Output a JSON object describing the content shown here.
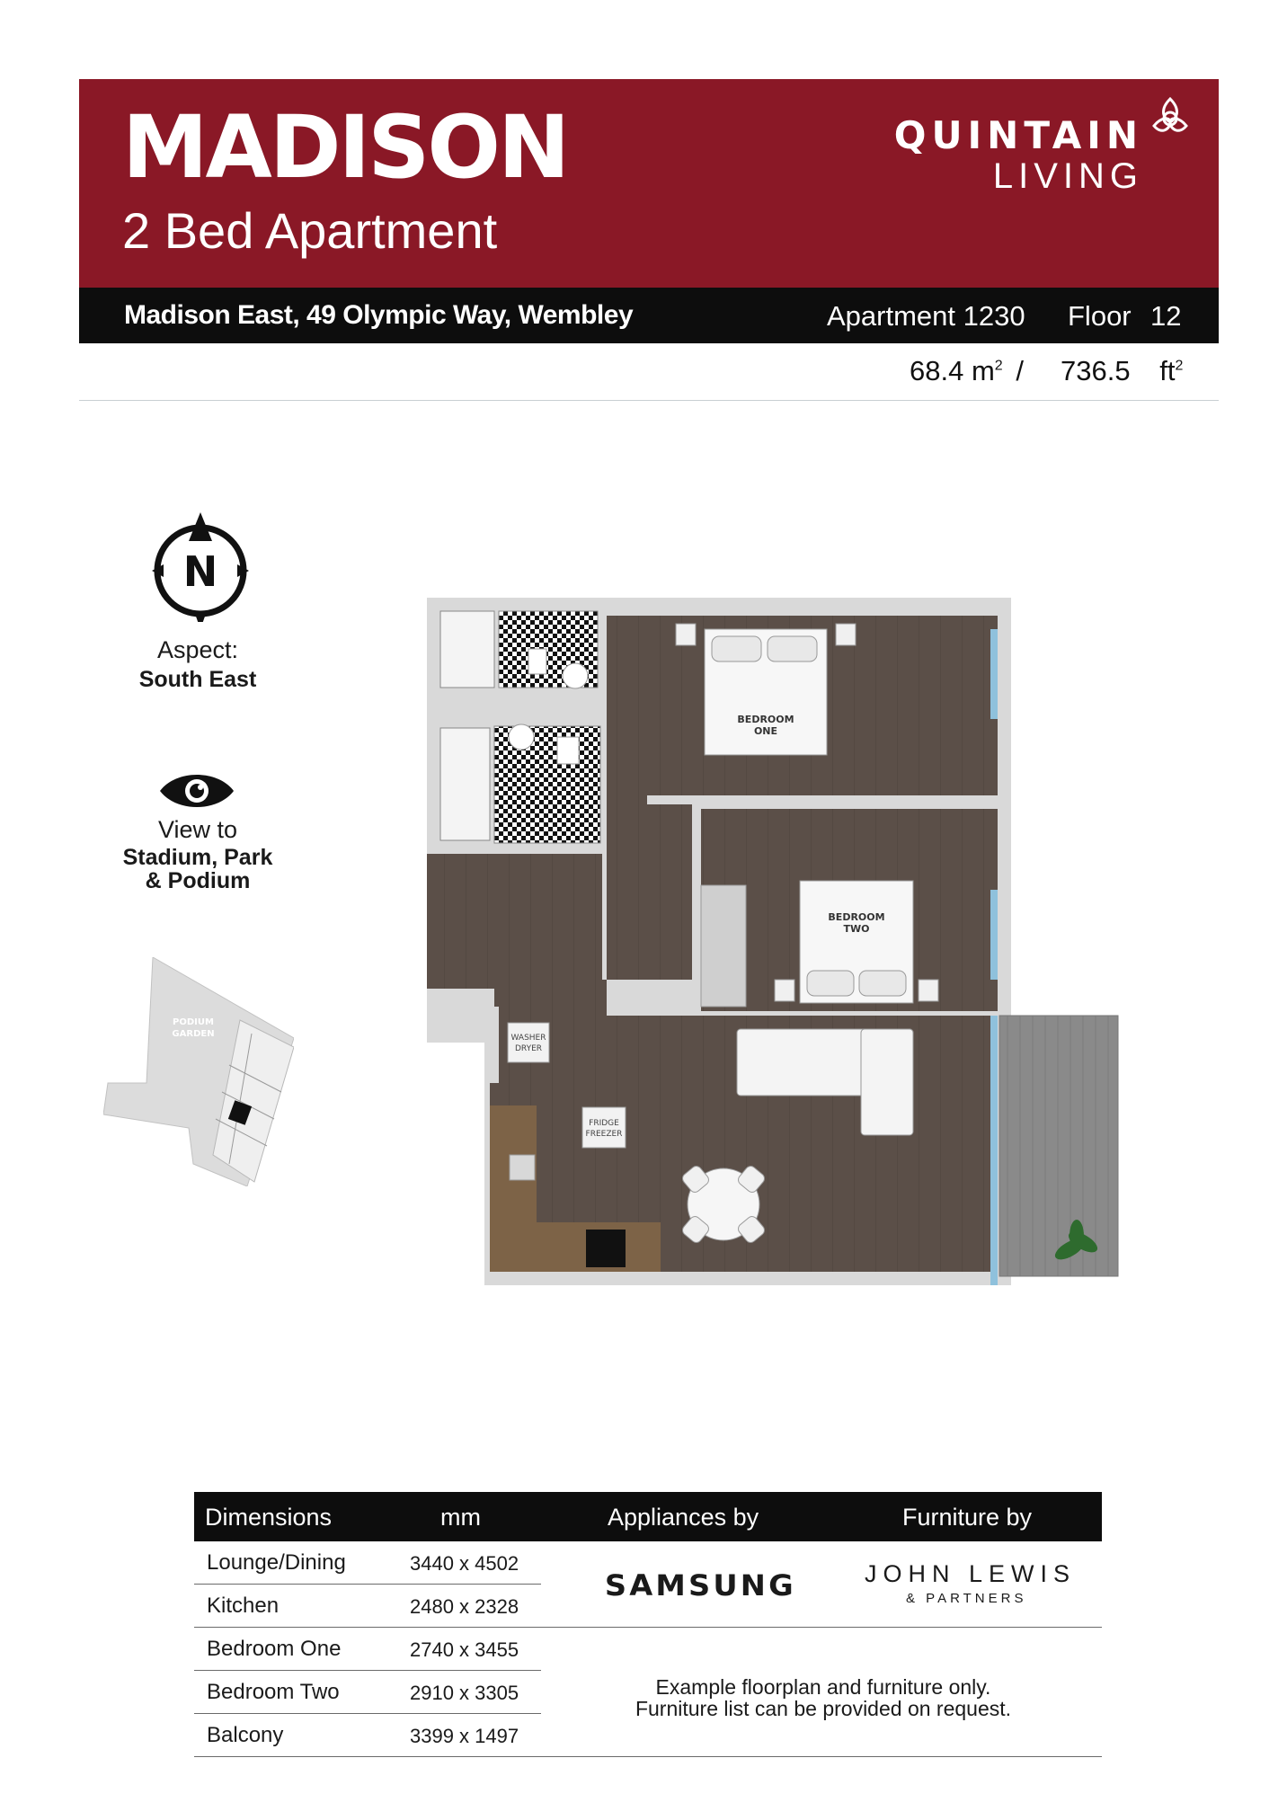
{
  "header": {
    "title": "MADISON",
    "subtitle": "2 Bed Apartment",
    "brand_line1": "QUINTAIN",
    "brand_line2": "LIVING",
    "band_color": "#8a1826"
  },
  "address_bar": {
    "address": "Madison East, 49 Olympic Way, Wembley",
    "apartment": "Apartment 1230",
    "floor_label": "Floor",
    "floor_value": "12"
  },
  "size": {
    "sqm_value": "68.4",
    "sqm_unit": "m",
    "sqm_sup": "2",
    "separator": "/",
    "sqft_value": "736.5",
    "sqft_unit": "ft",
    "sqft_sup": "2"
  },
  "orientation": {
    "compass_letter": "N",
    "aspect_label": "Aspect:",
    "aspect_value": "South East",
    "view_label": "View to",
    "view_value_line1": "Stadium, Park",
    "view_value_line2": "& Podium",
    "site_label_line1": "PODIUM",
    "site_label_line2": "GARDEN"
  },
  "floorplan": {
    "rooms": [
      {
        "label_line1": "BEDROOM",
        "label_line2": "ONE"
      },
      {
        "label_line1": "BEDROOM",
        "label_line2": "TWO"
      }
    ],
    "fixtures": [
      {
        "label_line1": "WASHER",
        "label_line2": "DRYER"
      },
      {
        "label_line1": "FRIDGE",
        "label_line2": "FREEZER"
      }
    ],
    "floor_color": "#5b4f48",
    "wall_color": "#d9d9d9",
    "kitchen_color": "#7d6347",
    "glass_color": "#8fc1dc"
  },
  "dimensions_table": {
    "headers": {
      "dimensions": "Dimensions",
      "unit": "mm",
      "appliances": "Appliances by",
      "furniture": "Furniture by"
    },
    "rows": [
      {
        "room": "Lounge/Dining",
        "size": "3440 x 4502"
      },
      {
        "room": "Kitchen",
        "size": "2480 x 2328"
      },
      {
        "room": "Bedroom One",
        "size": "2740 x 3455"
      },
      {
        "room": "Bedroom Two",
        "size": "2910 x 3305"
      },
      {
        "room": "Balcony",
        "size": "3399 x 1497"
      }
    ],
    "appliances_brand": "SAMSUNG",
    "furniture_brand_line1": "JOHN LEWIS",
    "furniture_brand_line2": "& PARTNERS",
    "note_line1": "Example floorplan and furniture only.",
    "note_line2": "Furniture list can be provided on request."
  }
}
